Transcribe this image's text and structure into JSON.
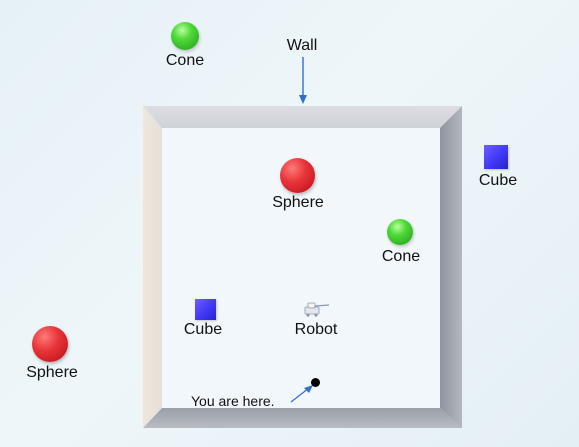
{
  "labels": {
    "wall": "Wall",
    "cone_outside": "Cone",
    "cone_inside": "Cone",
    "sphere_inside": "Sphere",
    "sphere_outside": "Sphere",
    "cube_outside": "Cube",
    "cube_inside": "Cube",
    "robot": "Robot",
    "you_are_here": "You are here."
  },
  "colors": {
    "background": "#e8f2f6",
    "sphere": "#e8353b",
    "cone": "#4fda3a",
    "cube": "#4037f5",
    "arrow": "#2f6fcf",
    "wall_light": "#d9dbe0",
    "wall_dark": "#9aa0a8"
  },
  "icons": {
    "robot": "robot-icon",
    "you_are_here": "location-dot-icon"
  }
}
